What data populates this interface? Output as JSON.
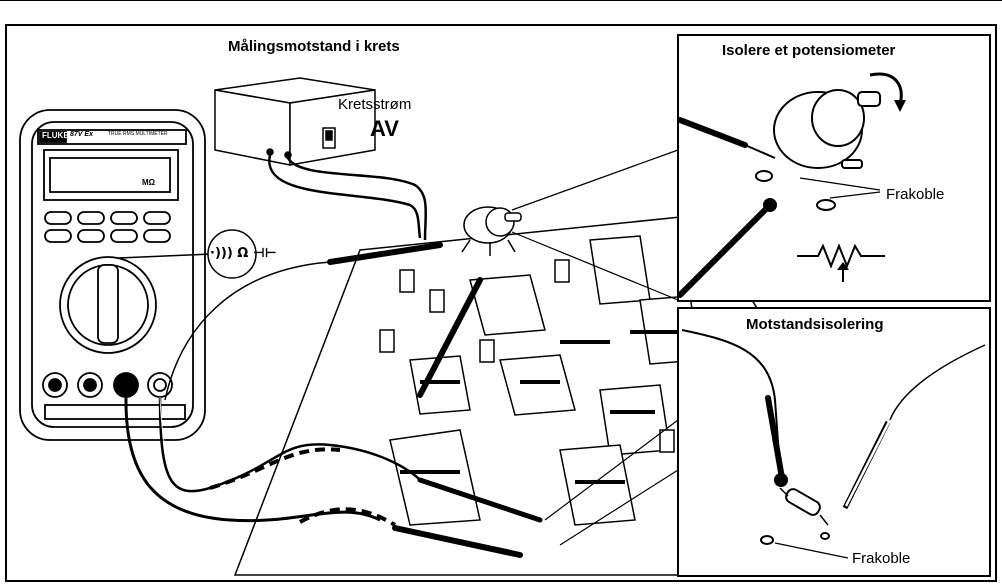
{
  "main_title": "Målingsmotstand i krets",
  "power_label": "Kretsstrøm",
  "power_state": "AV",
  "inset_top_title": "Isolere et potensiometer",
  "inset_top_callout": "Frakoble",
  "inset_bottom_title": "Motstandsisolering",
  "inset_bottom_callout": "Frakoble",
  "meter": {
    "brand": "FLUKE",
    "model": "87V Ex",
    "subtitle": "TRUE RMS MULTIMETER",
    "display_unit": "MΩ",
    "function_symbol": "·))) Ω ⊣⊢"
  },
  "colors": {
    "line": "#000000",
    "board": "#ffffff",
    "meter_body": "#ffffff"
  }
}
